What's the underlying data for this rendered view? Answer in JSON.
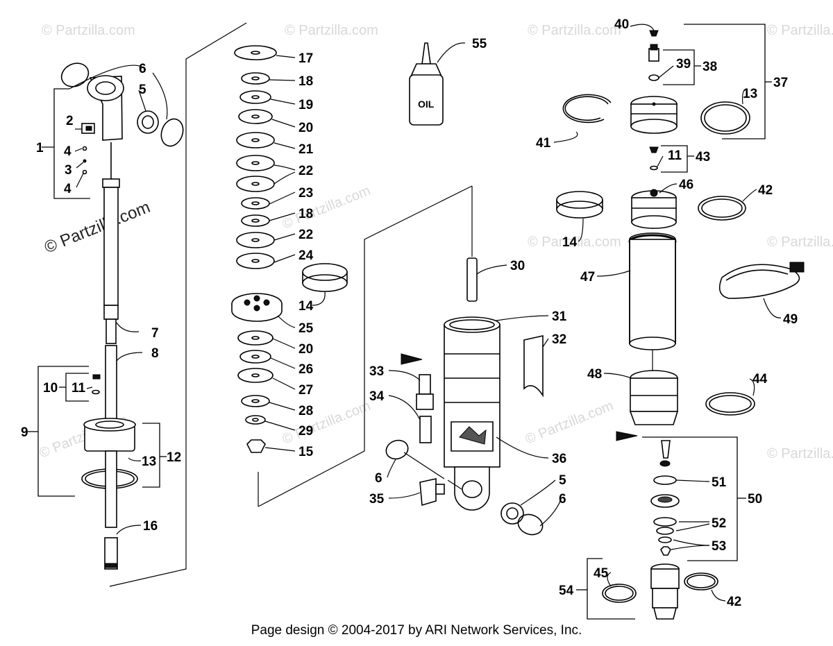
{
  "watermark": "© Partzilla.com",
  "footer": "Page design © 2004-2017 by ARI Network Services, Inc.",
  "oil_label": "OIL",
  "callouts": {
    "c1": "1",
    "c2": "2",
    "c3": "3",
    "c4a": "4",
    "c4b": "4",
    "c5a": "5",
    "c5b": "5",
    "c6a": "6",
    "c6b": "6",
    "c6c": "6",
    "c7": "7",
    "c8": "8",
    "c9": "9",
    "c10": "10",
    "c11a": "11",
    "c11b": "11",
    "c12": "12",
    "c13a": "13",
    "c13b": "13",
    "c14a": "14",
    "c14b": "14",
    "c15": "15",
    "c16": "16",
    "c17": "17",
    "c18a": "18",
    "c18b": "18",
    "c19": "19",
    "c20a": "20",
    "c20b": "20",
    "c21": "21",
    "c22a": "22",
    "c22b": "22",
    "c23": "23",
    "c24": "24",
    "c25": "25",
    "c26": "26",
    "c27": "27",
    "c28": "28",
    "c29": "29",
    "c30": "30",
    "c31": "31",
    "c32": "32",
    "c33": "33",
    "c34": "34",
    "c35": "35",
    "c36": "36",
    "c37": "37",
    "c38": "38",
    "c39": "39",
    "c40": "40",
    "c41": "41",
    "c42a": "42",
    "c42b": "42",
    "c43": "43",
    "c44": "44",
    "c45": "45",
    "c46": "46",
    "c47": "47",
    "c48": "48",
    "c49": "49",
    "c50": "50",
    "c51": "51",
    "c52": "52",
    "c53": "53",
    "c54": "54",
    "c55": "55"
  }
}
